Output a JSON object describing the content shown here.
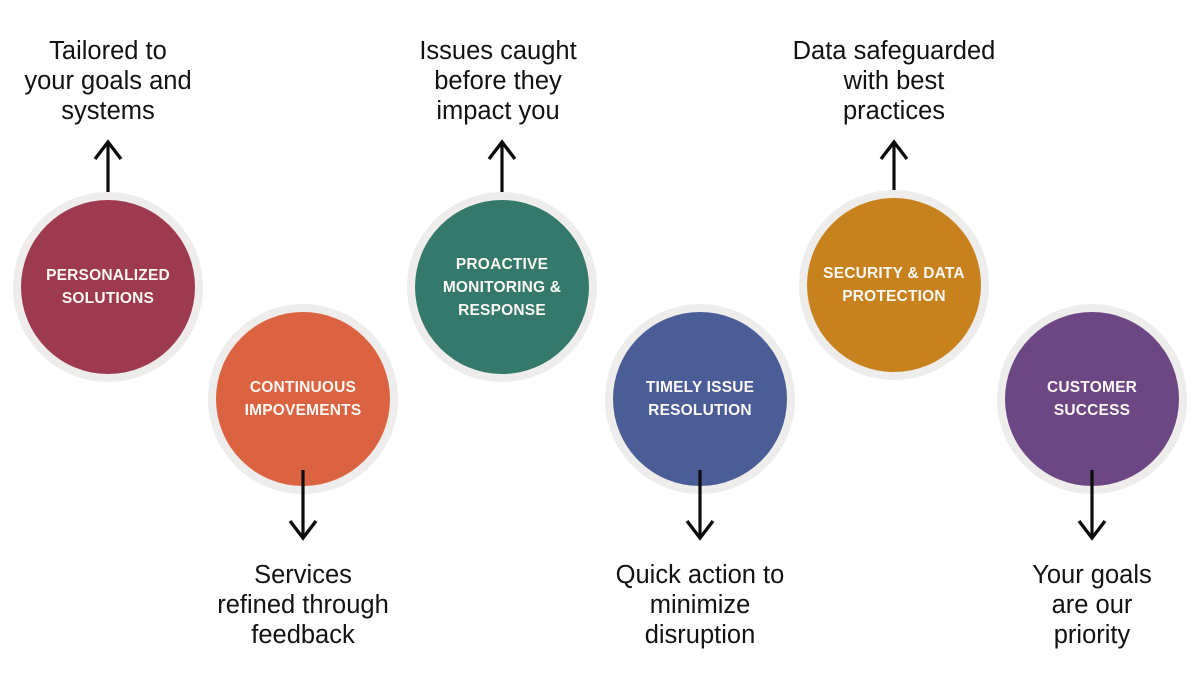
{
  "diagram": {
    "title": "Service Benefits Zigzag Diagram",
    "background_color": "#ffffff",
    "ring_color": "#eeedec",
    "caption_color": "#121212",
    "label_color": "#fbf8f4",
    "arrow_color": "#0d0d0d"
  },
  "chart_data": {
    "type": "diagram",
    "layout": "zigzag-alternating",
    "node_count": 6,
    "nodes": [
      {
        "label": "PERSONALIZED\nSOLUTIONS",
        "caption": "Tailored to\nyour goals and\nsystems",
        "color": "#9e3a50",
        "position": "top",
        "arrow_direction": "up"
      },
      {
        "label": "CONTINUOUS\nIMPOVEMENTS",
        "caption": "Services\nrefined through\nfeedback",
        "color": "#dc6342",
        "position": "bottom",
        "arrow_direction": "down"
      },
      {
        "label": "PROACTIVE\nMONITORING &\nRESPONSE",
        "caption": "Issues caught\nbefore they\nimpact you",
        "color": "#34796b",
        "position": "top",
        "arrow_direction": "up"
      },
      {
        "label": "TIMELY ISSUE\nRESOLUTION",
        "caption": "Quick action to\nminimize\ndisruption",
        "color": "#4b5d96",
        "position": "bottom",
        "arrow_direction": "down"
      },
      {
        "label": "SECURITY & DATA\nPROTECTION",
        "caption": "Data safeguarded\nwith best\npractices",
        "color": "#c7821e",
        "position": "top",
        "arrow_direction": "up"
      },
      {
        "label": "CUSTOMER\nSUCCESS",
        "caption": "Your goals\nare our\npriority",
        "color": "#6d4684",
        "position": "bottom",
        "arrow_direction": "down"
      }
    ]
  }
}
